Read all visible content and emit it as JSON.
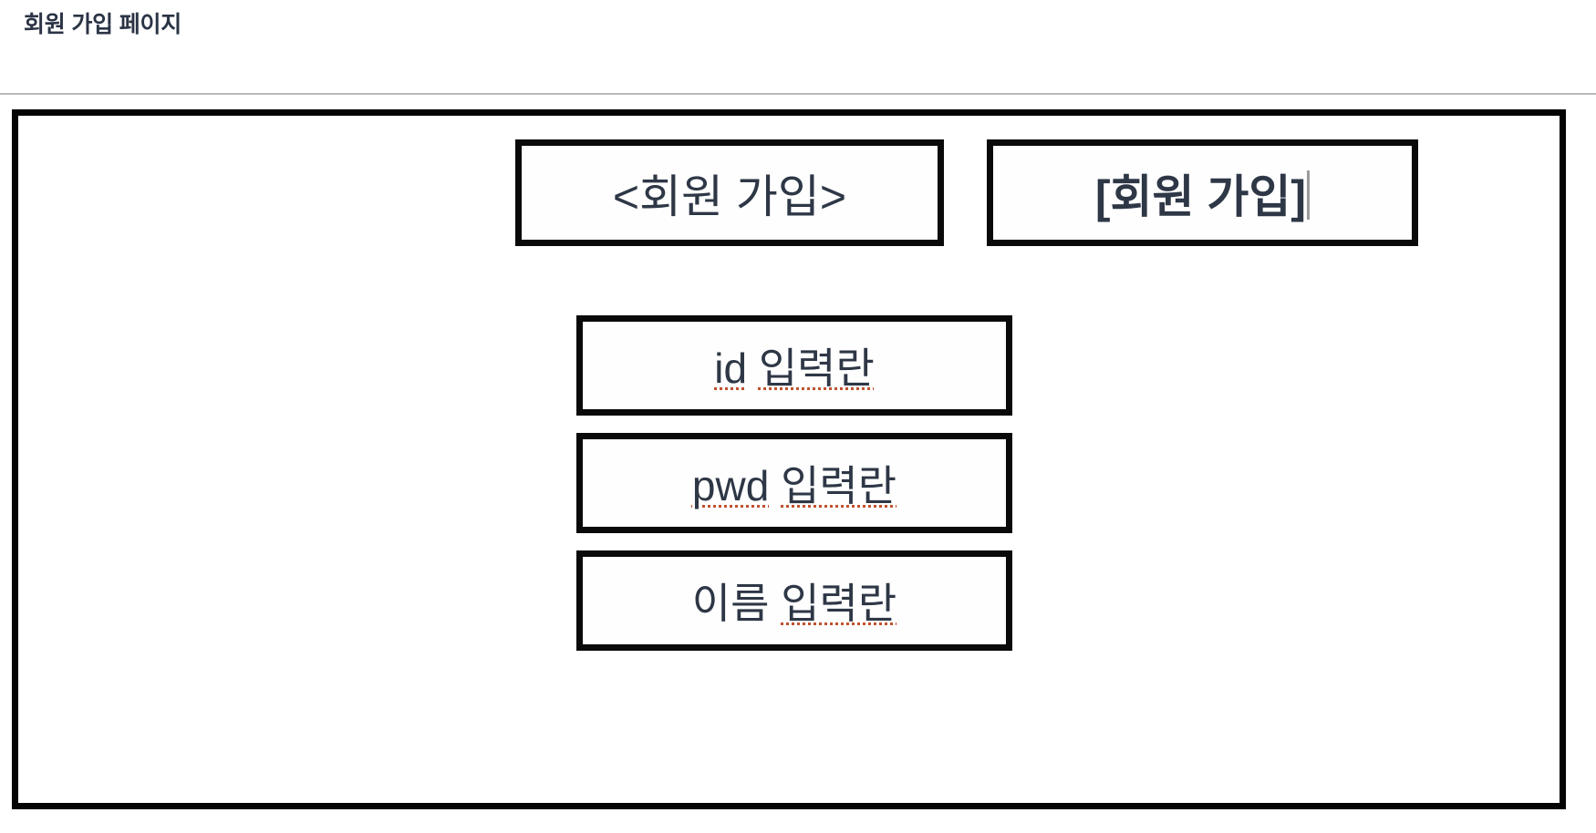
{
  "header": {
    "title": "회원 가입 페이지",
    "divider": true,
    "divider_color": "#b9b9b9",
    "title_color": "#2b3445"
  },
  "form": {
    "border_color": "#050505",
    "background": "#ffffff",
    "text_color": "#2e3746",
    "top_row": [
      {
        "id": "signup-title-angle",
        "text": "<회원 가입>",
        "weight": "normal",
        "focused": false,
        "spellcheck_underline": false
      },
      {
        "id": "signup-title-bracket",
        "text": "[회원 가입]",
        "weight": "bold",
        "focused": true,
        "caret": true,
        "caret_color": "#9b9b9b",
        "spellcheck_underline": false
      }
    ],
    "fields": [
      {
        "id": "id-field",
        "label": "id 입력란",
        "segments": [
          {
            "text": "id",
            "misspelled": true
          },
          {
            "text": " ",
            "misspelled": false
          },
          {
            "text": "입력란",
            "misspelled": true
          }
        ]
      },
      {
        "id": "pwd-field",
        "label": "pwd 입력란",
        "segments": [
          {
            "text": "pwd",
            "misspelled": true
          },
          {
            "text": " ",
            "misspelled": false
          },
          {
            "text": "입력란",
            "misspelled": true
          }
        ]
      },
      {
        "id": "name-field",
        "label": "이름 입력란",
        "segments": [
          {
            "text": "이름 ",
            "misspelled": false
          },
          {
            "text": "입력란",
            "misspelled": true
          }
        ]
      }
    ],
    "spellcheck_color": "#c0522e"
  }
}
